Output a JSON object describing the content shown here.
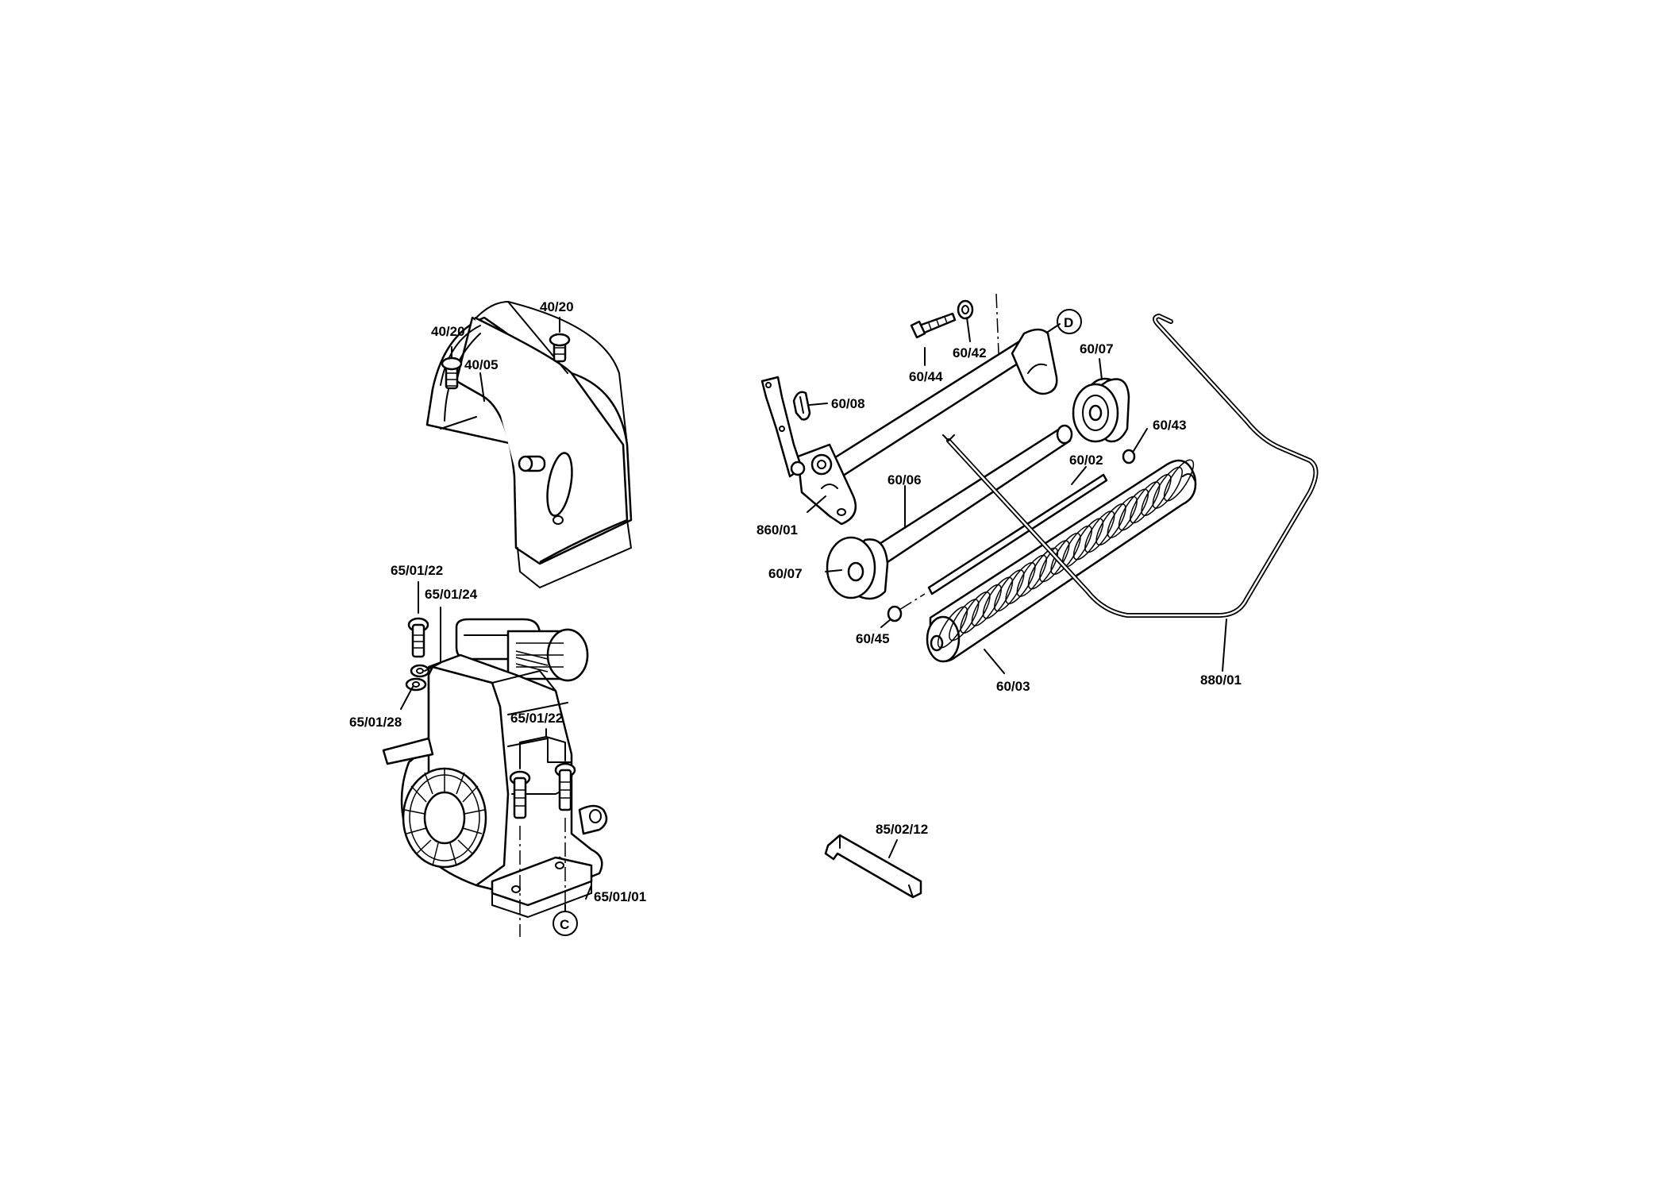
{
  "labels": {
    "p40_20_a": "40/20",
    "p40_20_b": "40/20",
    "p40_05": "40/05",
    "p65_01_22_a": "65/01/22",
    "p65_01_24": "65/01/24",
    "p65_01_28": "65/01/28",
    "p65_01_22_b": "65/01/22",
    "p65_01_01": "65/01/01",
    "ref_c": "C",
    "p60_44": "60/44",
    "p60_42": "60/42",
    "ref_d": "D",
    "p60_07_a": "60/07",
    "p60_08": "60/08",
    "p60_43": "60/43",
    "p60_02": "60/02",
    "p60_06": "60/06",
    "p860_01": "860/01",
    "p60_07_b": "60/07",
    "p60_45": "60/45",
    "p60_03": "60/03",
    "p880_01": "880/01",
    "p85_02_12": "85/02/12"
  }
}
